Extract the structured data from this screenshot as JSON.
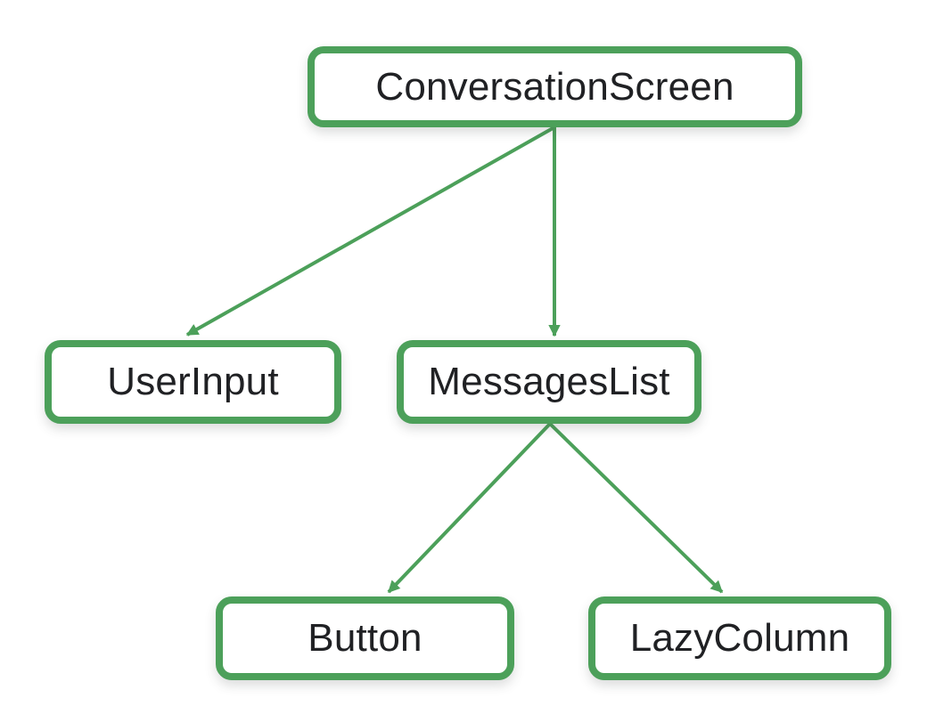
{
  "diagram": {
    "type": "tree",
    "description": "UI component hierarchy diagram with green outlined nodes connected by green arrows",
    "nodes": [
      {
        "id": "conversation-screen",
        "label": "ConversationScreen"
      },
      {
        "id": "user-input",
        "label": "UserInput"
      },
      {
        "id": "messages-list",
        "label": "MessagesList"
      },
      {
        "id": "button",
        "label": "Button"
      },
      {
        "id": "lazy-column",
        "label": "LazyColumn"
      }
    ],
    "edges": [
      {
        "from": "conversation-screen",
        "to": "user-input"
      },
      {
        "from": "conversation-screen",
        "to": "messages-list"
      },
      {
        "from": "messages-list",
        "to": "button"
      },
      {
        "from": "messages-list",
        "to": "lazy-column"
      }
    ],
    "colors": {
      "node_border": "#4ca05a",
      "arrow": "#4ca05a",
      "text": "#202124",
      "background": "#ffffff"
    }
  }
}
